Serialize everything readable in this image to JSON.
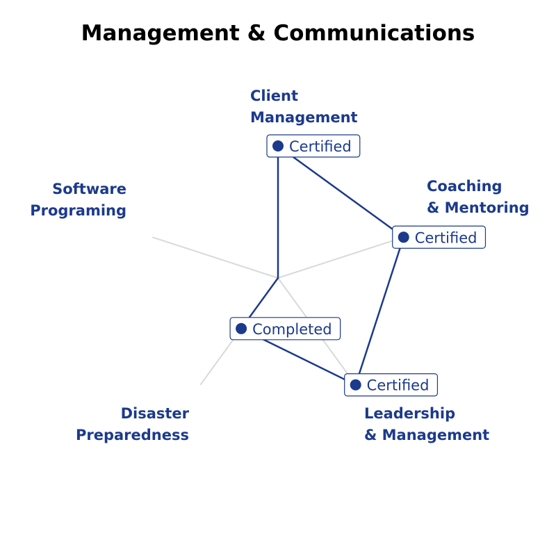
{
  "chart_data": {
    "type": "radar",
    "title": "Management & Communications",
    "levels": [
      "Completed",
      "Certified"
    ],
    "axes": [
      {
        "label": "Client Management",
        "lines": [
          "Client",
          "Management"
        ],
        "value": "Certified"
      },
      {
        "label": "Coaching & Mentoring",
        "lines": [
          "Coaching",
          "& Mentoring"
        ],
        "value": "Certified"
      },
      {
        "label": "Leadership & Management",
        "lines": [
          "Leadership",
          "& Management"
        ],
        "value": "Certified"
      },
      {
        "label": "Disaster Preparedness",
        "lines": [
          "Disaster",
          "Preparedness"
        ],
        "value": "Completed"
      },
      {
        "label": "Software Programing",
        "lines": [
          "Software",
          "Programing"
        ],
        "value": null
      }
    ],
    "grid": false,
    "legend": "none"
  },
  "colors": {
    "series": "#1c3a8c",
    "axis": "#d9d9d9",
    "title": "#000000",
    "label_box_border": "#1c3a8c",
    "label_box_fill": "#ffffff"
  }
}
